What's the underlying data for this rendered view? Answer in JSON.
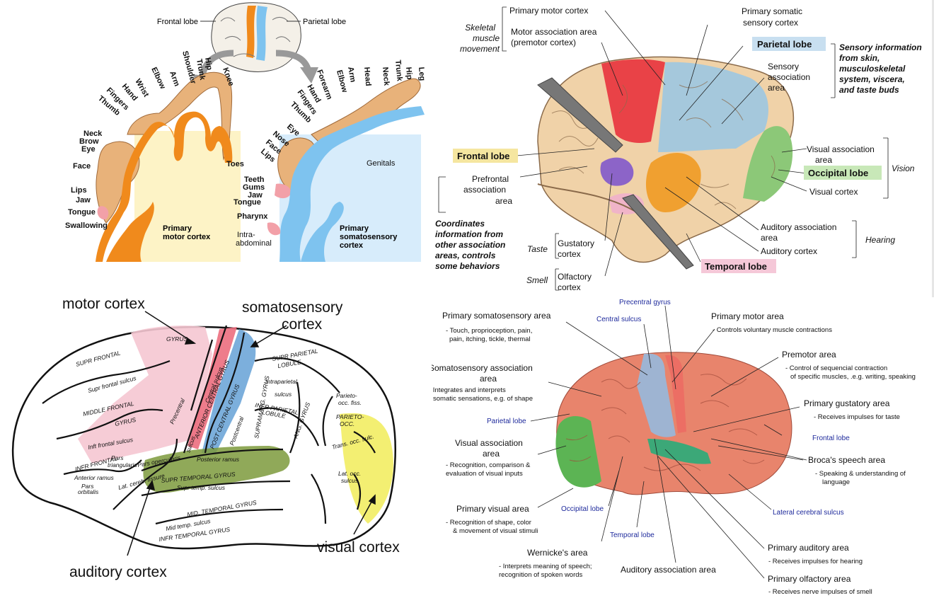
{
  "homunculus": {
    "top_left": "Frontal lobe",
    "top_right": "Parietal lobe",
    "motor_parts": [
      "Knee",
      "Hip",
      "Trunk",
      "Shoulder",
      "Arm",
      "Elbow",
      "Wrist",
      "Hand",
      "Fingers",
      "Thumb",
      "Neck",
      "Brow",
      "Eye",
      "Face",
      "Lips",
      "Jaw",
      "Tongue",
      "Swallowing",
      "Toes"
    ],
    "sensory_parts": [
      "Leg",
      "Hip",
      "Trunk",
      "Neck",
      "Head",
      "Arm",
      "Elbow",
      "Forearm",
      "Hand",
      "Fingers",
      "Thumb",
      "Eye",
      "Nose",
      "Face",
      "Lips",
      "Teeth",
      "Gums",
      "Jaw",
      "Tongue",
      "Pharynx",
      "Intra-",
      "abdominal",
      "Genitals"
    ],
    "motor_title_1": "Primary",
    "motor_title_2": "motor cortex",
    "sensory_title_1": "Primary",
    "sensory_title_2": "somatosensory",
    "sensory_title_3": "cortex",
    "colors": {
      "motor": "#f08a1c",
      "sensory": "#7ec3ef",
      "motor_bg": "#fdf3c6",
      "sensory_bg": "#d7ecfb"
    }
  },
  "functional": {
    "skeletal": [
      "Skeletal",
      "muscle",
      "movement"
    ],
    "primary_motor": "Primary motor cortex",
    "motor_assoc_1": "Motor association area",
    "motor_assoc_2": "(premotor cortex)",
    "primary_somatic_1": "Primary somatic",
    "primary_somatic_2": "sensory cortex",
    "parietal": "Parietal lobe",
    "sensory_assoc": [
      "Sensory",
      "association",
      "area"
    ],
    "sensory_info": [
      "Sensory information",
      "from skin,",
      "musculoskeletal",
      "system, viscera,",
      "and taste buds"
    ],
    "frontal": "Frontal lobe",
    "prefrontal": [
      "Prefrontal",
      "association",
      "area"
    ],
    "coordinates": [
      "Coordinates",
      "information from",
      "other association",
      "areas, controls",
      "some behaviors"
    ],
    "visual_assoc": [
      "Visual association",
      "area"
    ],
    "occipital": "Occipital lobe",
    "vision": "Vision",
    "visual_cortex": "Visual cortex",
    "auditory_assoc": [
      "Auditory association",
      "area"
    ],
    "auditory_cortex": "Auditory cortex",
    "hearing": "Hearing",
    "taste": "Taste",
    "gustatory": [
      "Gustatory",
      "cortex"
    ],
    "temporal": "Temporal lobe",
    "smell": "Smell",
    "olfactory": [
      "Olfactory",
      "cortex"
    ],
    "colors": {
      "motor": "#e8323c",
      "sensory": "#a5c8dc",
      "visual": "#8cc878",
      "frontal": "#f0d2a8",
      "auditory": "#f0a030",
      "gustatory": "#8c64c8",
      "olfactory": "#f0b4c8"
    }
  },
  "gray": {
    "motor_cortex": "motor cortex",
    "somatosensory_1": "somatosensory",
    "somatosensory_2": "cortex",
    "auditory_cortex": "auditory cortex",
    "visual_cortex": "visual cortex",
    "gyri": [
      "SUPR FRONTAL",
      "Supr frontal sulcus",
      "MIDDLE FRONTAL",
      "GYRUS",
      "Inft frontal sulcus",
      "INFR FRONTAL",
      "Pars",
      "triangularis",
      "Pars opercularis",
      "Anterior ramus",
      "Pars",
      "orbitalis",
      "Lat. cereb. fissure",
      "GYRUS",
      "Precentral",
      "sulcus",
      "ANTERIOR CENTRAL GYRUS",
      "Central sulcus",
      "POST CENTRAL GYRUS",
      "Postcentral",
      "SUPR PARIETAL",
      "LOBULE",
      "Intraparietal",
      "sulcus",
      "INFR PARIETAL",
      "LOBULE",
      "SUPRAMARG. GYRUS",
      "ANG. GYRUS",
      "Parieto-",
      "occ. fiss.",
      "PARIETO-",
      "OCC.",
      "Trans. occ. sulc.",
      "Lat. occ.",
      "sulcus",
      "Posterior ramus",
      "SUPR TEMPORAL GYRUS",
      "Supr temp. sulcus",
      "MID. TEMPORAL GYRUS",
      "Mid temp. sulcus",
      "INFR TEMPORAL GYRUS"
    ],
    "colors": {
      "motor": "#f5c6d2",
      "sensory": "#6ea6d8",
      "auditory": "#7c9a3c",
      "visual": "#f2ee6a"
    }
  },
  "areas": {
    "precentral": "Precentral gyrus",
    "central": "Central sulcus",
    "primary_somato": "Primary somatosensory area",
    "primary_somato_desc": [
      "- Touch, proprioception, pain,",
      "pain, itching, tickle, thermal"
    ],
    "primary_motor": "Primary motor area",
    "primary_motor_desc": "- Controls voluntary muscle contractions",
    "premotor": "Premotor area",
    "premotor_desc": [
      "- Control of sequencial contraction",
      "of specific muscles, .e.g. writing, speaking"
    ],
    "somato_assoc": [
      "Somatosensory association",
      "area"
    ],
    "somato_assoc_desc": [
      "- Integrates and interprets",
      "somatic sensations, e.g. of shape"
    ],
    "gustatory": "Primary gustatory area",
    "gustatory_desc": "- Receives impulses for taste",
    "parietal": "Parietal lobe",
    "frontal": "Frontal lobe",
    "visual_assoc": [
      "Visual association",
      "area"
    ],
    "visual_assoc_desc": [
      "- Recognition, comparison &",
      "evaluation of visual inputs"
    ],
    "broca": "Broca's speech area",
    "broca_desc": [
      "- Speaking & understanding of",
      "language"
    ],
    "lateral": "Lateral cerebral sulcus",
    "occipital": "Occipital lobe",
    "primary_visual": "Primary visual area",
    "primary_visual_desc": [
      "- Recognition of shape, color",
      "& movement of visual stimuli"
    ],
    "temporal": "Temporal lobe",
    "wernicke": "Wernicke's area",
    "wernicke_desc": [
      "- Interprets meaning of speech;",
      "recognition of spoken words"
    ],
    "auditory_assoc": "Auditory association area",
    "primary_auditory": "Primary auditory area",
    "primary_auditory_desc": "- Receives impulses for hearing",
    "olfactory": "Primary olfactory area",
    "olfactory_desc": "- Receives nerve impulses of smell",
    "colors": {
      "brain": "#e8846c",
      "sensory": "#9eb4d2",
      "motor": "#ec6e64",
      "visual": "#5cb454",
      "auditory": "#3ca878",
      "blue_label": "#1e2a9c"
    }
  }
}
